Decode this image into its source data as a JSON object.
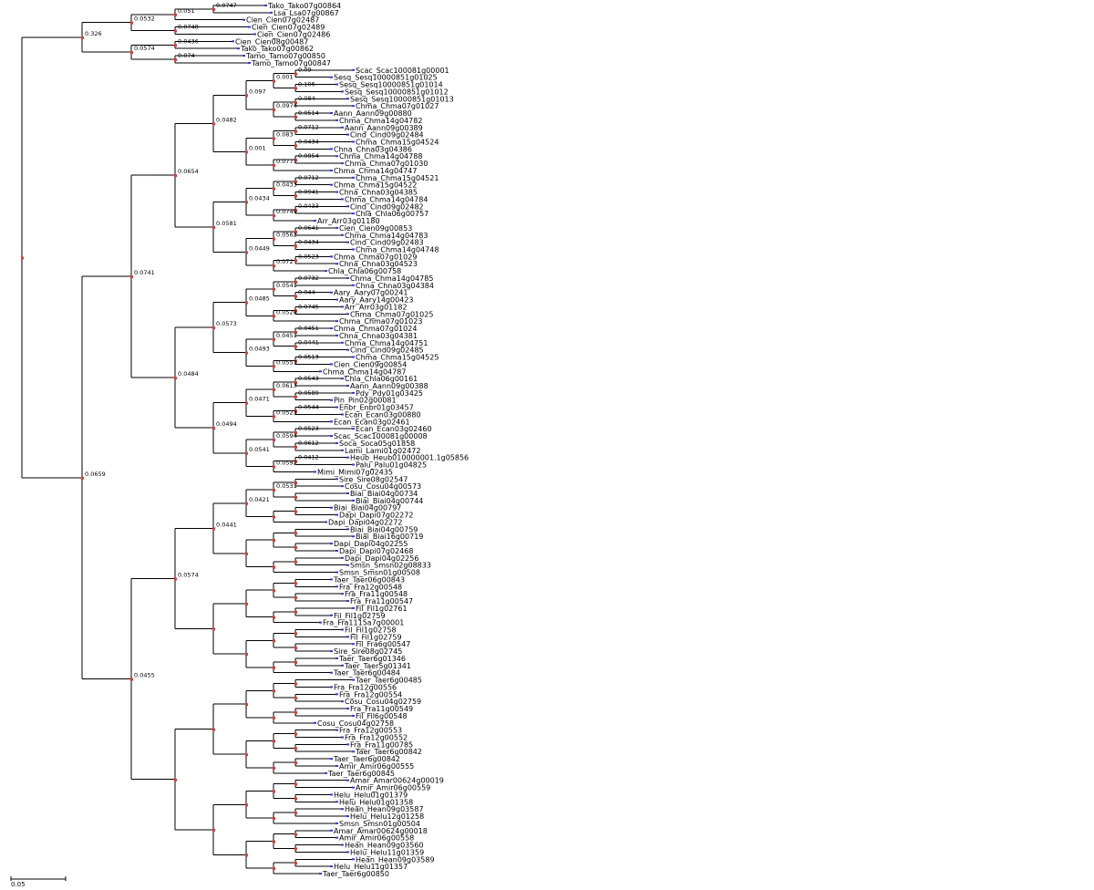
{
  "figure": {
    "type": "phylogenetic-tree",
    "scale_bar_label": "0.05"
  },
  "leaves": [
    "Tako_Tako07g00864",
    "Lsa_Lsa07g00867",
    "Cien_Cien07g02487",
    "Cien_Cien07g02489",
    "Cien_Cien07g02486",
    "Cien_Cien08g00487",
    "Tako_Tako07g00862",
    "Tamo_Tamo07g00850",
    "Tamo_Tamo07g00847",
    "Scac_Scac100081g00001",
    "Sesq_Sesq10000851g01025",
    "Sesq_Sesq10000851g01014",
    "Sesq_Sesq10000851g01012",
    "Sesq_Sesq10000851g01013",
    "Chma_Chma07g01027",
    "Aann_Aann09g00880",
    "Chma_Chma14g04782",
    "Aann_Aann09g00389",
    "Cind_Cind09g02484",
    "Chma_Chma15g04524",
    "Chna_Chna03g04386",
    "Chma_Chma14g04788",
    "Chma_Chma07g01030",
    "Chma_Chma14g04747",
    "Chma_Chma15g04521",
    "Chma_Chma15g04522",
    "Chna_Chna03g04385",
    "Chma_Chma14g04784",
    "Cind_Cind09g02482",
    "Chla_Chla06g00757",
    "Arr_Arr03g01180",
    "Cien_Cien09g00853",
    "Chma_Chma14g04783",
    "Cind_Cind09g02483",
    "Chma_Chma14g04748",
    "Chma_Chma07g01029",
    "Chna_Chna03g04523",
    "Chla_Chla06g00758",
    "Chma_Chma14g04785",
    "Chna_Chna03g04384",
    "Aary_Aary07g00241",
    "Aary_Aary14g00423",
    "Arr_Arr03g01182",
    "Chma_Chma07g01025",
    "Chma_Chma07g01023",
    "Chma_Chma07g01024",
    "Chna_Chna03g04381",
    "Chma_Chma14g04751",
    "Cind_Cind09g02485",
    "Chma_Chma15g04525",
    "Cien_Cien09g00854",
    "Chma_Chma14g04787",
    "Chla_Chla06g00161",
    "Aann_Aann09g00388",
    "Pdy_Pdy01g03425",
    "Pin_Pin02g00081",
    "Enbr_Enbr01g03457",
    "Ecan_Ecan03g00880",
    "Ecan_Ecan03g02461",
    "Ecan_Ecan03g02460",
    "Scac_Scac100081g00008",
    "Soca_Soca05g01858",
    "Lami_Lami01g02472",
    "Heub_Heub010000001.1g05856",
    "Palu_Palu01g04825",
    "Mimi_Mimi07g02435",
    "Sire_Sire08g02547",
    "Cosu_Cosu04g00573",
    "Biai_Biai04g00734",
    "Biai_Biai04g00744",
    "Biai_Biai04g00797",
    "Dapi_Dapi07g02272",
    "Dapi_Dapi04g02272",
    "Biai_Biai04g00759",
    "Biai_Biai16g00719",
    "Dapi_Dapi04g02255",
    "Dapi_Dapi07g02468",
    "Dapi_Dapi04g02256",
    "Smsn_Smsn02g08833",
    "Smsn_Smsn01g00508",
    "Taer_Taer06g00843",
    "Fra_Fra12g00548",
    "Fra_Fra11g00548",
    "Fra_Fra11g00547",
    "Fil_Fil1g02761",
    "Fil_Fil1g02759",
    "Fra_Fra1115a7g00001",
    "Fil_Fil1g02758",
    "Fil_Fil1g02759",
    "Fil_Fra6g00547",
    "Sire_Sire08g02745",
    "Taer_Taer6g01346",
    "Taer_Taer5g01341",
    "Taer_Taer6g00484",
    "Taer_Taer6g00485",
    "Fra_Fra12g00556",
    "Fra_Fra12g00554",
    "Cosu_Cosu04g02759",
    "Fra_Fra11g00549",
    "Fil_Fil6g00548",
    "Cosu_Cosu04g02758",
    "Fra_Fra12g00553",
    "Fra_Fra12g00552",
    "Fra_Fra11g00785",
    "Taer_Taer6g00842",
    "Taer_Taer6g00842",
    "Amir_Amir06g00555",
    "Taer_Taer6g00845",
    "Amar_Amar00624g00019",
    "Amir_Amir06g00559",
    "Helu_Helu01g01379",
    "Helu_Helu01g01358",
    "Hean_Hean09g03587",
    "Helu_Helu12g01258",
    "Smsn_Smsn01g00504",
    "Amar_Amar00624g00018",
    "Amir_Amir06g00558",
    "Hean_Hean09g03560",
    "Helu_Helu11g01359",
    "Hean_Hean09g03589",
    "Helu_Helu11g01357",
    "Taer_Taer6g00850"
  ],
  "support_values": [
    "0.326",
    "0.0532",
    "0.051",
    "0.0747",
    "0.0748",
    "0.0574",
    "0.0436",
    "0.074",
    "0.0659",
    "0.0741",
    "0.0654",
    "0.0482",
    "0.097",
    "0.001",
    "0.09",
    "0.106",
    "0.0974",
    "0.084",
    "0.0514",
    "0.001",
    "0.083",
    "0.0712",
    "0.0434",
    "0.0771",
    "0.0854",
    "0.0581",
    "0.0434",
    "0.0433",
    "0.0712",
    "0.0941",
    "0.0749",
    "0.0433",
    "0.0449",
    "0.0562",
    "0.0641",
    "0.0434",
    "0.072",
    "0.0523",
    "0.0484",
    "0.0573",
    "0.0485",
    "0.0541",
    "0.0732",
    "0.044",
    "0.0528",
    "0.0745",
    "0.0493",
    "0.0451",
    "0.0451",
    "0.0441",
    "0.0553",
    "0.0513",
    "0.0494",
    "0.0471",
    "0.0613",
    "0.0543",
    "0.0589",
    "0.0523",
    "0.0544",
    "0.0541",
    "0.0594",
    "0.0523",
    "0.0612",
    "0.0592",
    "0.0412",
    "0.0455",
    "0.0574",
    "0.0441",
    "0.0421",
    "0.0531"
  ]
}
